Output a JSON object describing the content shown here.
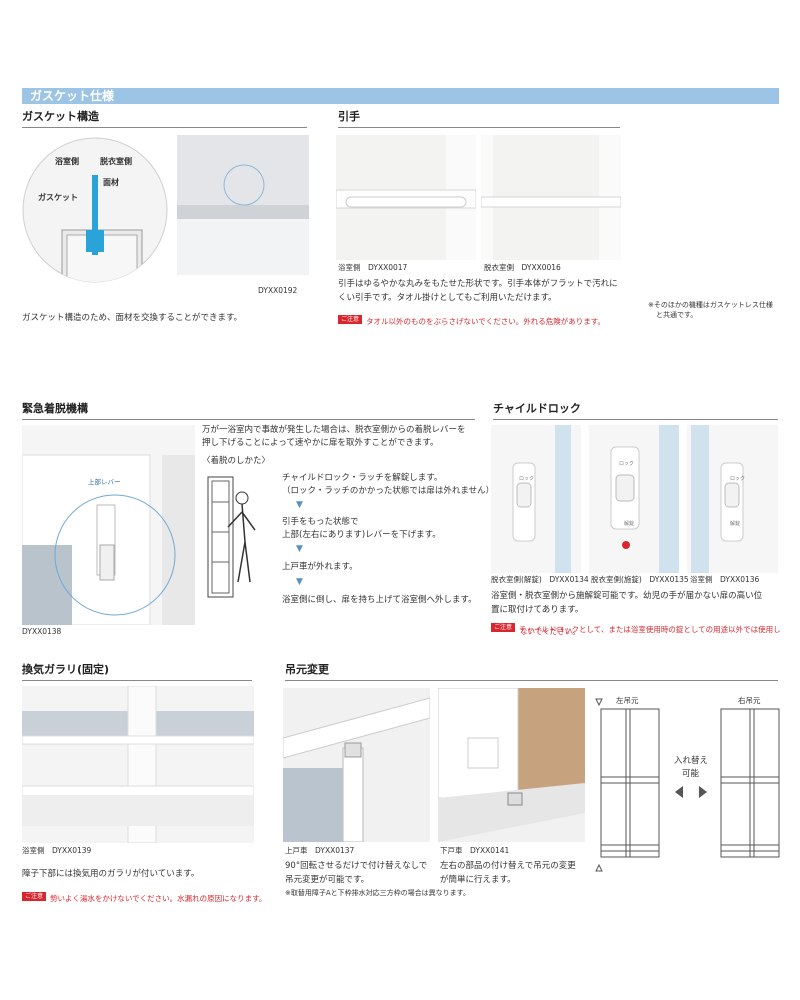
{
  "header": {
    "title": "ガスケット仕様"
  },
  "gasket": {
    "title": "ガスケット構造",
    "labels": {
      "bath": "浴室側",
      "dressing": "脱衣室側",
      "panel": "面材",
      "gasket": "ガスケット"
    },
    "code": "DYXX0192",
    "desc": "ガスケット構造のため、面材を交換することができます。"
  },
  "handle": {
    "title": "引手",
    "photo1_code": "浴室側　DYXX0017",
    "photo2_code": "脱衣室側　DYXX0016",
    "desc_line1": "引手はゆるやかな丸みをもたせた形状です。引手本体がフラットで汚れに",
    "desc_line2": "くい引手です。タオル掛けとしてもご利用いただけます。",
    "caution_badge": "ご注意",
    "caution": "タオル以外のものをぶらさげないでください。外れる危険があります。"
  },
  "side_note": {
    "line1": "※そのほかの機種はガスケットレス仕様",
    "line2": "と共通です。"
  },
  "emergency": {
    "title": "緊急着脱機構",
    "lever_label": "上部レバー",
    "code": "DYXX0138",
    "desc_line1": "万が一浴室内で事故が発生した場合は、脱衣室側からの着脱レバーを",
    "desc_line2": "押し下げることによって速やかに扉を取外すことができます。",
    "howto": "〈着脱のしかた〉",
    "step1_line1": "チャイルドロック・ラッチを解錠します。",
    "step1_line2": "（ロック・ラッチのかかった状態では扉は外れません）",
    "step2_line1": "引手をもった状態で",
    "step2_line2": "上部(左右にあります)レバーを下げます。",
    "step3": "上戸車が外れます。",
    "step4": "浴室側に倒し、扉を持ち上げて浴室側へ外します。",
    "arrow": "▼"
  },
  "childlock": {
    "title": "チャイルドロック",
    "lock_label": "ロック",
    "unlock_label": "解錠",
    "code1": "脱衣室側(解錠)　DYXX0134",
    "code2": "脱衣室側(施錠)　DYXX0135",
    "code3": "浴室側　DYXX0136",
    "desc_line1": "浴室側・脱衣室側から施解錠可能です。幼児の手が届かない扉の高い位",
    "desc_line2": "置に取付けてあります。",
    "caution_badge": "ご注意",
    "caution_line1": "チャイルドロックとして、または浴室使用時の錠としての用途以外では使用し",
    "caution_line2": "ないでください。"
  },
  "vent": {
    "title": "換気ガラリ(固定)",
    "code": "浴室側　DYXX0139",
    "desc": "障子下部には換気用のガラリが付いています。",
    "caution_badge": "ご注意",
    "caution": "勢いよく湯水をかけないでください。水漏れの原因になります。"
  },
  "hinge": {
    "title": "吊元変更",
    "code1": "上戸車　DYXX0137",
    "code2": "下戸車　DYXX0141",
    "desc1_line1": "90°回転させるだけで付け替えなしで",
    "desc1_line2": "吊元変更が可能です。",
    "desc2_line1": "左右の部品の付け替えで吊元の変更",
    "desc2_line2": "が簡単に行えます。",
    "note": "※取替用障子Aと下枠排水対応三方枠の場合は異なります。",
    "left_label": "左吊元",
    "right_label": "右吊元",
    "swap_line1": "入れ替え",
    "swap_line2": "可能"
  },
  "colors": {
    "accent": "#9cc4e4",
    "caution": "#d9262e",
    "gasket_blue": "#2aa4d8"
  }
}
